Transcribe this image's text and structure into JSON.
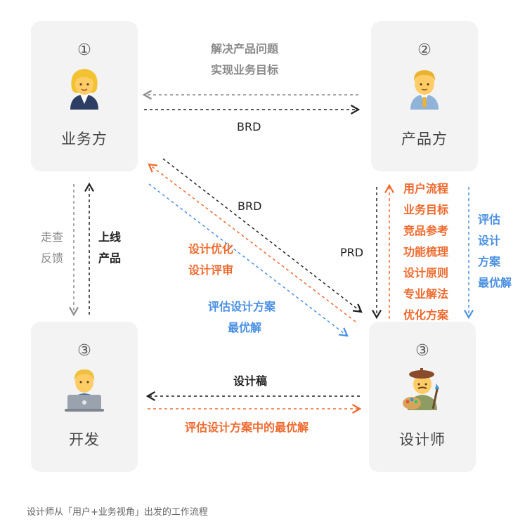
{
  "nodes": {
    "business": {
      "num": "①",
      "title": "业务方"
    },
    "product": {
      "num": "②",
      "title": "产品方"
    },
    "dev": {
      "num": "③",
      "title": "开发"
    },
    "designer": {
      "num": "③",
      "title": "设计师"
    }
  },
  "labels": {
    "top_gray_1": "解决产品问题",
    "top_gray_2": "实现业务目标",
    "brd_top": "BRD",
    "brd_diag": "BRD",
    "prd": "PRD",
    "optimize_1": "设计优化",
    "optimize_2": "设计评审",
    "eval_blue_1": "评估设计方案",
    "eval_blue_2": "最优解",
    "feedback_1": "走查",
    "feedback_2": "反馈",
    "launch_1": "上线",
    "launch_2": "产品",
    "design_draft": "设计稿",
    "eval_orange_bottom": "评估设计方案中的最优解",
    "orange_list": [
      "用户流程",
      "业务目标",
      "竞品参考",
      "功能梳理",
      "设计原则",
      "专业解法",
      "优化方案"
    ],
    "blue_list": [
      "评估",
      "设计",
      "方案",
      "最优解"
    ]
  },
  "caption": "设计师从「用户+业务视角」出发的工作流程",
  "colors": {
    "orange": "#f06a2e",
    "blue": "#4a90e2",
    "gray": "#8a8a8a",
    "black": "#222222",
    "card": "#f3f3f3"
  }
}
